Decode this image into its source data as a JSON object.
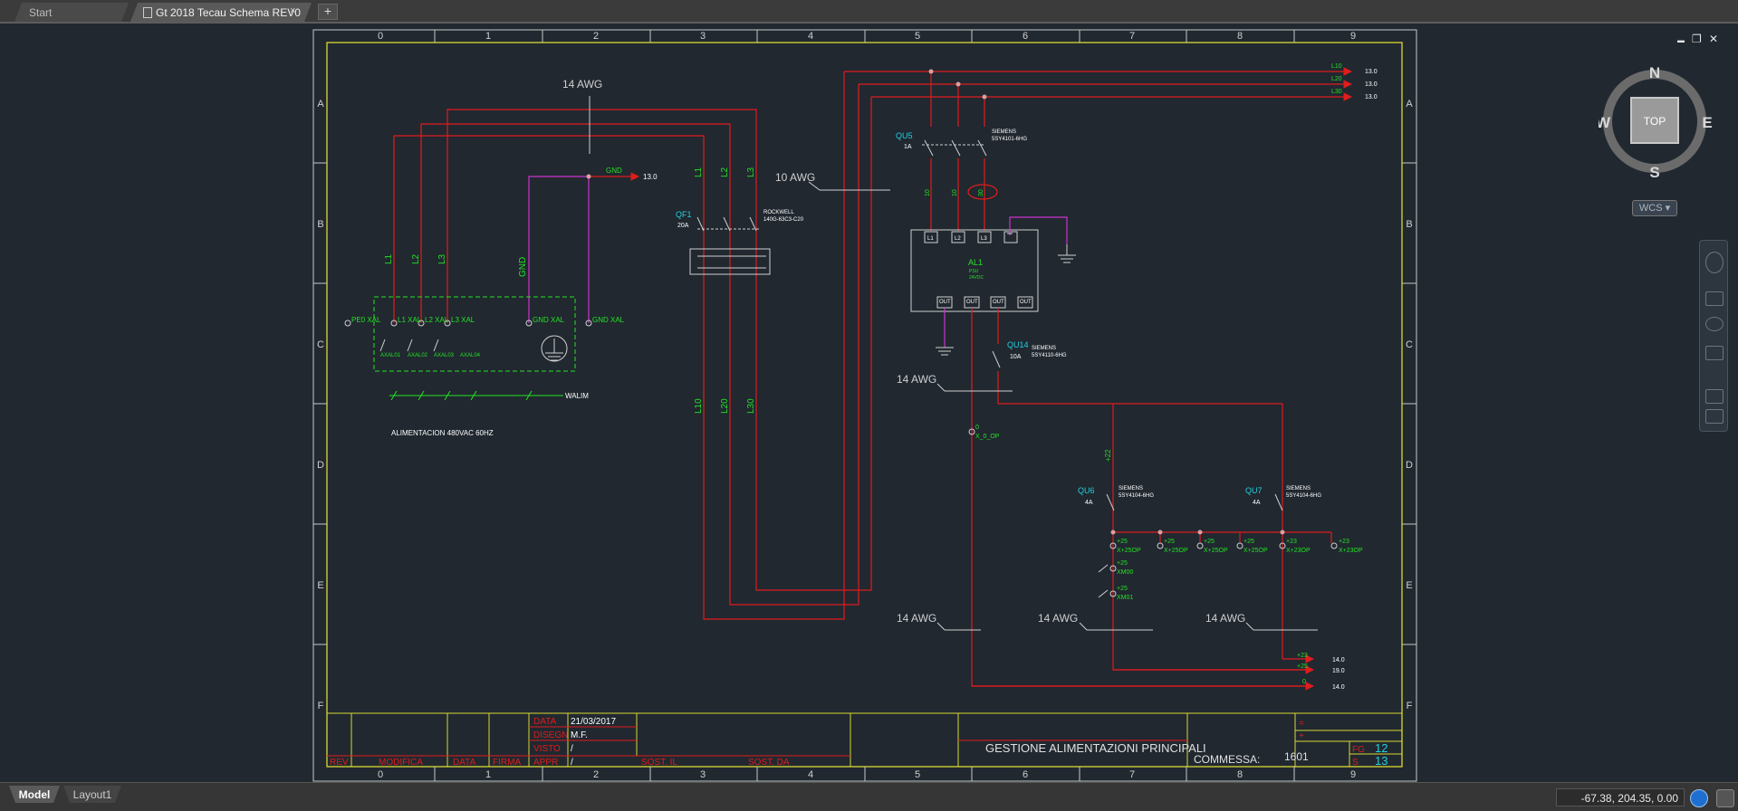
{
  "tabs": [
    {
      "label": "Start"
    },
    {
      "label": "Gt 2018 Tecau Schema REV0"
    }
  ],
  "tab_close_glyph": "×",
  "tab_add_glyph": "+",
  "window_controls": {
    "minimize": "▬",
    "restore": "❐",
    "close": "✕"
  },
  "viewcube": {
    "north": "N",
    "south": "S",
    "east": "E",
    "west": "W",
    "face": "TOP"
  },
  "wcs_label": "WCS",
  "layout_tabs": [
    {
      "label": "Model"
    },
    {
      "label": "Layout1"
    }
  ],
  "coordinates": "-67.38, 204.35, 0.00",
  "colors": {
    "background": "#212830",
    "frame": "#d9d932",
    "wire": "#e01c1c",
    "label": "#22e322",
    "tag": "#22d0e0",
    "ground": "#cc33cc",
    "text": "#e0e0e0"
  },
  "drawing": {
    "columns": [
      "0",
      "1",
      "2",
      "3",
      "4",
      "5",
      "6",
      "7",
      "8",
      "9"
    ],
    "rows": [
      "A",
      "B",
      "C",
      "D",
      "E",
      "F"
    ],
    "wire_sizes": {
      "top_left": "14 AWG",
      "mid": "10 AWG",
      "qu14": "14 AWG",
      "bottom_a": "14 AWG",
      "bottom_b": "14 AWG",
      "bottom_c": "14 AWG"
    },
    "phase_labels": [
      "L1",
      "L2",
      "L3"
    ],
    "outgoing": [
      {
        "label": "L10",
        "ref": "13.0"
      },
      {
        "label": "L20",
        "ref": "13.0"
      },
      {
        "label": "L30",
        "ref": "13.0"
      }
    ],
    "vertical_outputs": [
      "L10",
      "L20",
      "L30"
    ],
    "gnd": {
      "label": "GND",
      "ref": "13.0",
      "vertical": "GND"
    },
    "terminals": [
      "PE0 XAL",
      "L1 XAL",
      "L2 XAL",
      "L3 XAL",
      "GND XAL",
      "GND XAL"
    ],
    "terminal_small": [
      "AXAL01",
      "AXAL02",
      "AXAL03",
      "AXAL04"
    ],
    "walim": "WALIM",
    "supply_note": "ALIMENTACION 480VAC 60HZ",
    "qf1": {
      "tag": "QF1",
      "rating": "20A",
      "brand": "ROCKWELL",
      "model": "140G-63C3-C20"
    },
    "qu5": {
      "tag": "QU5",
      "rating": "1A",
      "brand": "SIEMENS",
      "model": "5SY4101-6HG"
    },
    "qu5_wires": [
      "10",
      "10",
      "30"
    ],
    "al1": {
      "tag": "AL1",
      "sub1": "PSU",
      "sub2": "24VDC",
      "inputs": [
        "L1",
        "L2",
        "L3"
      ],
      "outputs": [
        "OUT",
        "OUT",
        "OUT",
        "OUT"
      ]
    },
    "qu14": {
      "tag": "QU14",
      "rating": "10A",
      "brand": "SIEMENS",
      "model": "5SY4110-6HG"
    },
    "tp": {
      "num": "0",
      "label": "X_0_OP"
    },
    "plus22": "+22",
    "qu6": {
      "tag": "QU6",
      "rating": "4A",
      "brand": "SIEMENS",
      "model": "5SY4104-6HG"
    },
    "qu7": {
      "tag": "QU7",
      "rating": "4A",
      "brand": "SIEMENS",
      "model": "5SY4104-6HG"
    },
    "dist_terminals": [
      {
        "num": "+25",
        "label": "X+25OP"
      },
      {
        "num": "+25",
        "label": "X+25OP"
      },
      {
        "num": "+25",
        "label": "X+25OP"
      },
      {
        "num": "+25",
        "label": "X+25OP"
      },
      {
        "num": "+23",
        "label": "X+23OP"
      },
      {
        "num": "+23",
        "label": "X+23OP"
      }
    ],
    "xm": [
      {
        "num": "+25",
        "label": "XM00"
      },
      {
        "num": "+25",
        "label": "XM01"
      }
    ],
    "bottom_out": [
      {
        "label": "+23",
        "ref": "14.0"
      },
      {
        "label": "+25",
        "ref": "19.0"
      },
      {
        "label": "0",
        "ref": "14.0"
      }
    ]
  },
  "title_block": {
    "rev": "REV",
    "modifica": "MODIFICA",
    "data_col": "DATA",
    "firma": "FIRMA",
    "data_label": "DATA",
    "data_value": "21/03/2017",
    "disegn_label": "DISEGN",
    "disegn_value": "M.F.",
    "visto_label": "VISTO",
    "visto_value": "/",
    "appr_label": "APPR",
    "appr_value": "/",
    "sost_il": "SOST. IL",
    "sost_da": "SOST. DA",
    "title": "GESTIONE ALIMENTAZIONI PRINCIPALI",
    "commessa_label": "COMMESSA:",
    "commessa_value": "1601",
    "eq": "=",
    "plus": "+",
    "fg_label": "FG",
    "fg_value": "12",
    "s_label": "S",
    "s_value": "13"
  }
}
